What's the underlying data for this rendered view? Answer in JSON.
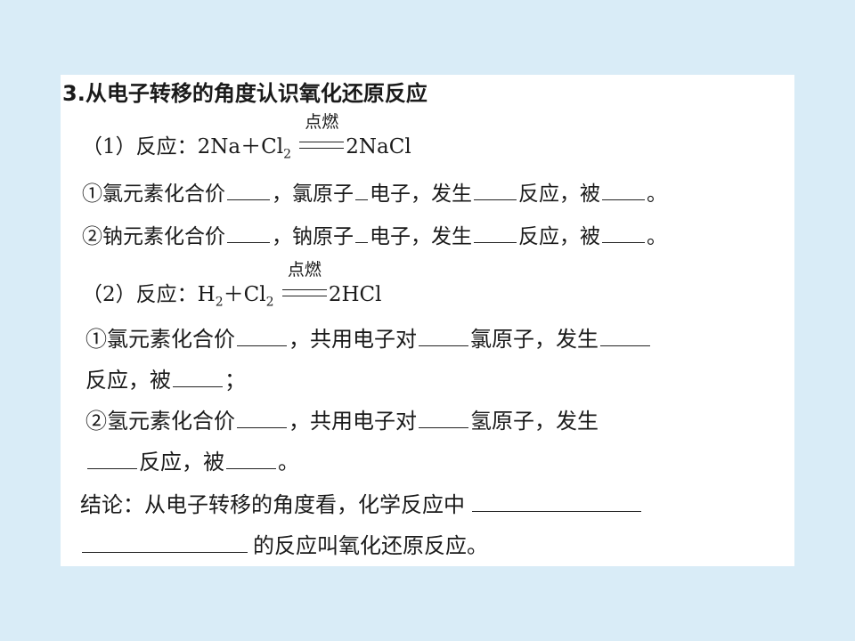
{
  "title": "3.从电子转移的角度认识氧化还原反应",
  "r1": {
    "head": "（1）反应：2Na＋Cl",
    "sub": "2",
    "cond": "点燃",
    "product": "2NaCl",
    "l1": [
      "①氯元素化合价",
      "，氯原子",
      "电子，发生",
      "反应，被",
      "。"
    ],
    "l2": [
      "②钠元素化合价",
      "，钠原子",
      "电子，发生",
      "反应，被",
      "。"
    ]
  },
  "r2": {
    "head": "（2）反应：H",
    "sub1": "2",
    "mid": "＋Cl",
    "sub2": "2",
    "cond": "点燃",
    "product": "2HCl",
    "l1a": [
      "①氯元素化合价",
      "，共用电子对",
      "氯原子，发生"
    ],
    "l1b": [
      "反应，被",
      "；"
    ],
    "l2a": [
      "②氢元素化合价",
      "，共用电子对",
      "氢原子，发生"
    ],
    "l2b": [
      "反应，被",
      "。"
    ]
  },
  "conclusion": {
    "a": "结论：从电子转移的角度看，化学反应中",
    "b": "的反应叫氧化还原反应。"
  }
}
